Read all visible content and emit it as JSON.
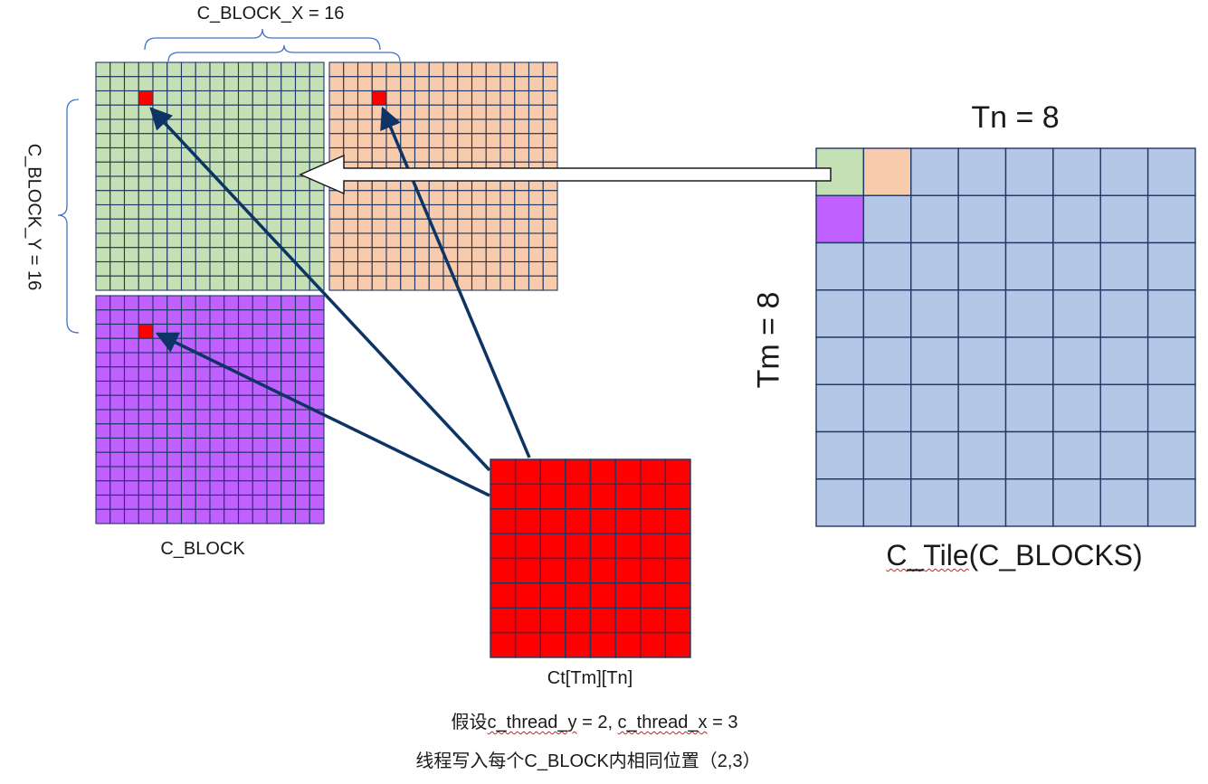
{
  "labels": {
    "c_block_x": "C_BLOCK_X = 16",
    "c_block_y": "C_BLOCK_Y = 16",
    "tn": "Tn = 8",
    "tm": "Tm = 8",
    "c_block": "C_BLOCK",
    "c_tile_prefix": "C_Tile",
    "c_tile_suffix": "(C_BLOCKS)",
    "ct": "Ct[Tm][Tn]",
    "note_prefix": "假设",
    "note_var_y": "c_thread_y",
    "note_mid": " = 2, ",
    "note_var_x": "c_thread_x",
    "note_suffix": " = 3",
    "note_line2": "线程写入每个C_BLOCK内相同位置（2,3）"
  },
  "grids": {
    "c_block_size": 16,
    "tile_size": 8,
    "ct_size": 8
  },
  "highlight_cell": {
    "row": 2,
    "col": 3
  },
  "colors": {
    "green": "#c5e0b4",
    "peach": "#f8cbad",
    "purple": "#c060ff",
    "blue": "#b4c7e7",
    "red": "#ff0000",
    "grid_line": "#1f3864",
    "arrow": "#0d3464",
    "brace": "#4472c4"
  }
}
